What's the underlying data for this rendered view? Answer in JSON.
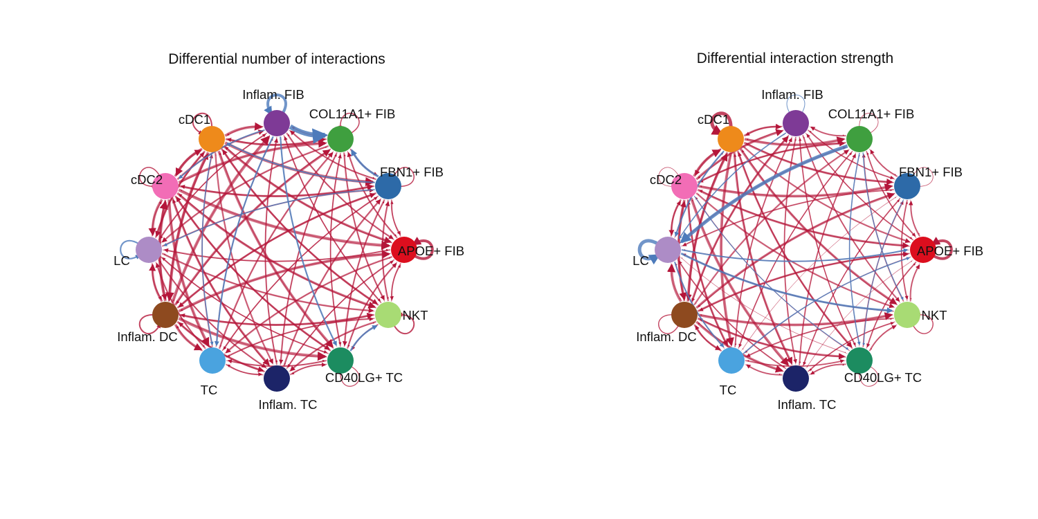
{
  "panels": [
    {
      "id": "count",
      "title": "Differential number of interactions",
      "blue_edges": [
        [
          0,
          2,
          7
        ],
        [
          0,
          10,
          2.2
        ],
        [
          0,
          9,
          2.2
        ],
        [
          0,
          3,
          1.8
        ],
        [
          4,
          2,
          3
        ],
        [
          4,
          1,
          2
        ],
        [
          4,
          5,
          1.6
        ],
        [
          10,
          8,
          2.4
        ],
        [
          1,
          9,
          1.6
        ]
      ],
      "self_loops": [
        [
          0,
          "blue",
          4
        ],
        [
          1,
          "red",
          2
        ],
        [
          2,
          "red",
          1.5
        ],
        [
          3,
          "red",
          1.5
        ],
        [
          4,
          "red",
          1.5
        ],
        [
          5,
          "blue",
          2.2
        ],
        [
          6,
          "red",
          4
        ],
        [
          7,
          "red",
          2
        ],
        [
          8,
          "red",
          2
        ],
        [
          10,
          "red",
          1.2
        ]
      ],
      "edge_weight": 2.1
    },
    {
      "id": "strength",
      "title": "Differential interaction strength",
      "blue_edges": [
        [
          2,
          5,
          5
        ],
        [
          0,
          5,
          1.6
        ],
        [
          1,
          5,
          2.2
        ],
        [
          5,
          8,
          2.8
        ],
        [
          5,
          9,
          2
        ],
        [
          5,
          6,
          2
        ],
        [
          2,
          10,
          1.6
        ],
        [
          4,
          10,
          1.2
        ],
        [
          3,
          10,
          1.2
        ],
        [
          2,
          8,
          1.4
        ],
        [
          9,
          6,
          1.6
        ]
      ],
      "self_loops": [
        [
          0,
          "blue",
          1
        ],
        [
          1,
          "red",
          5
        ],
        [
          2,
          "red",
          0.8
        ],
        [
          3,
          "red",
          0.8
        ],
        [
          4,
          "red",
          0.8
        ],
        [
          5,
          "blue",
          5
        ],
        [
          6,
          "red",
          4
        ],
        [
          7,
          "red",
          1.4
        ],
        [
          8,
          "red",
          1.4
        ],
        [
          10,
          "red",
          1
        ]
      ],
      "edge_weight": 1.7
    }
  ],
  "nodes": [
    {
      "label": "Inflam. FIB",
      "color": "#7E3A96"
    },
    {
      "label": "cDC1",
      "color": "#EE8A1B"
    },
    {
      "label": "COL11A1+ FIB",
      "color": "#3F9F3F"
    },
    {
      "label": "cDC2",
      "color": "#F26DB6"
    },
    {
      "label": "FBN1+ FIB",
      "color": "#2D6AA8"
    },
    {
      "label": "LC",
      "color": "#AD8CC6"
    },
    {
      "label": "APOE+ FIB",
      "color": "#DC0E1E"
    },
    {
      "label": "Inflam. DC",
      "color": "#8E4A1F"
    },
    {
      "label": "NKT",
      "color": "#A8DB74"
    },
    {
      "label": "TC",
      "color": "#4AA3DF"
    },
    {
      "label": "CD40LG+ TC",
      "color": "#1C8C60"
    },
    {
      "label": "Inflam. TC",
      "color": "#1C2468"
    }
  ],
  "colors": {
    "increased": "#B4163A",
    "decreased": "#4D7BBB"
  }
}
